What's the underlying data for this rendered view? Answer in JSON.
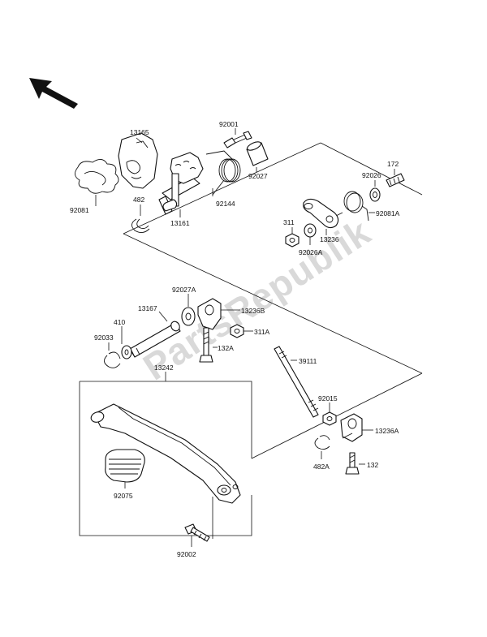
{
  "watermark": "PartsRepublik",
  "parts": {
    "p13165": "13165",
    "p92001": "92001",
    "p92027": "92027",
    "p92081": "92081",
    "p482": "482",
    "p13161": "13161",
    "p92144": "92144",
    "p172": "172",
    "p92026": "92026",
    "p92081A": "92081A",
    "p311": "311",
    "p13236": "13236",
    "p92026A": "92026A",
    "p92027A": "92027A",
    "p13167": "13167",
    "p13236B": "13236B",
    "p410": "410",
    "p311A": "311A",
    "p92033": "92033",
    "p132A": "132A",
    "p39111": "39111",
    "p13242": "13242",
    "p92015": "92015",
    "p13236A": "13236A",
    "p482A": "482A",
    "p132": "132",
    "p92075": "92075",
    "p92002": "92002"
  },
  "icons": {
    "direction_arrow": "front-direction-arrow-icon"
  },
  "colors": {
    "line": "#111111",
    "watermark": "#d9d9d9",
    "background": "#ffffff"
  }
}
